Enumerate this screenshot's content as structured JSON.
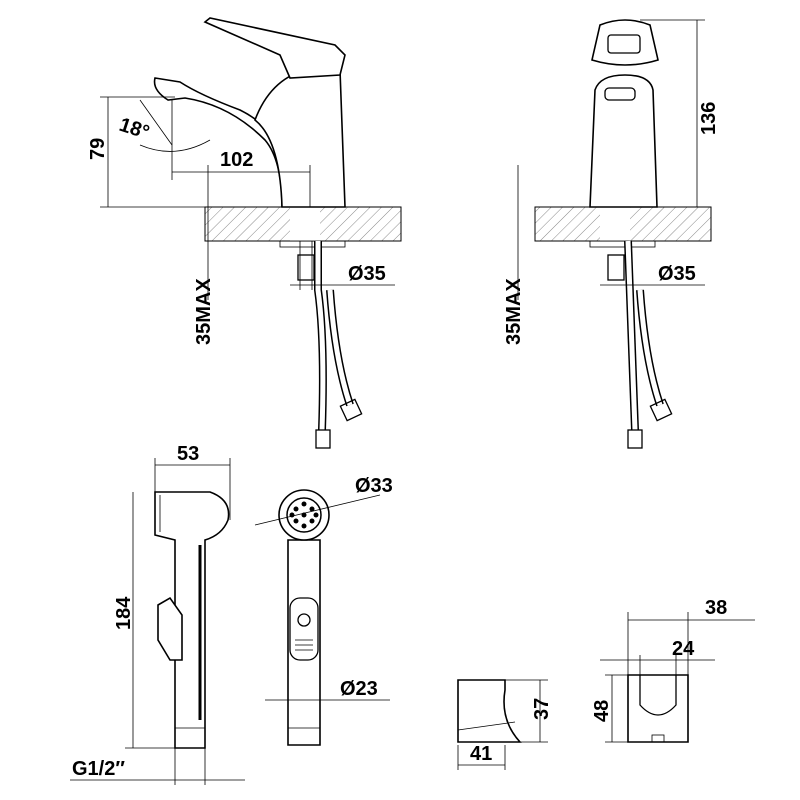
{
  "title": "Basin mixer with hygienic shower - dimension drawing",
  "side_view": {
    "height": "79",
    "angle": "18°",
    "reach": "102",
    "mount_max": "35MAX",
    "hole_diameter": "Ø35"
  },
  "front_view": {
    "height": "136",
    "mount_max": "35MAX",
    "hole_diameter": "Ø35"
  },
  "hand_shower": {
    "width": "53",
    "length": "184",
    "thread": "G1/2″",
    "head_diameter": "Ø33",
    "handle_diameter": "Ø23"
  },
  "holder": {
    "width": "38",
    "inner_width": "24",
    "height_side": "37",
    "height_front": "48",
    "depth": "41"
  }
}
